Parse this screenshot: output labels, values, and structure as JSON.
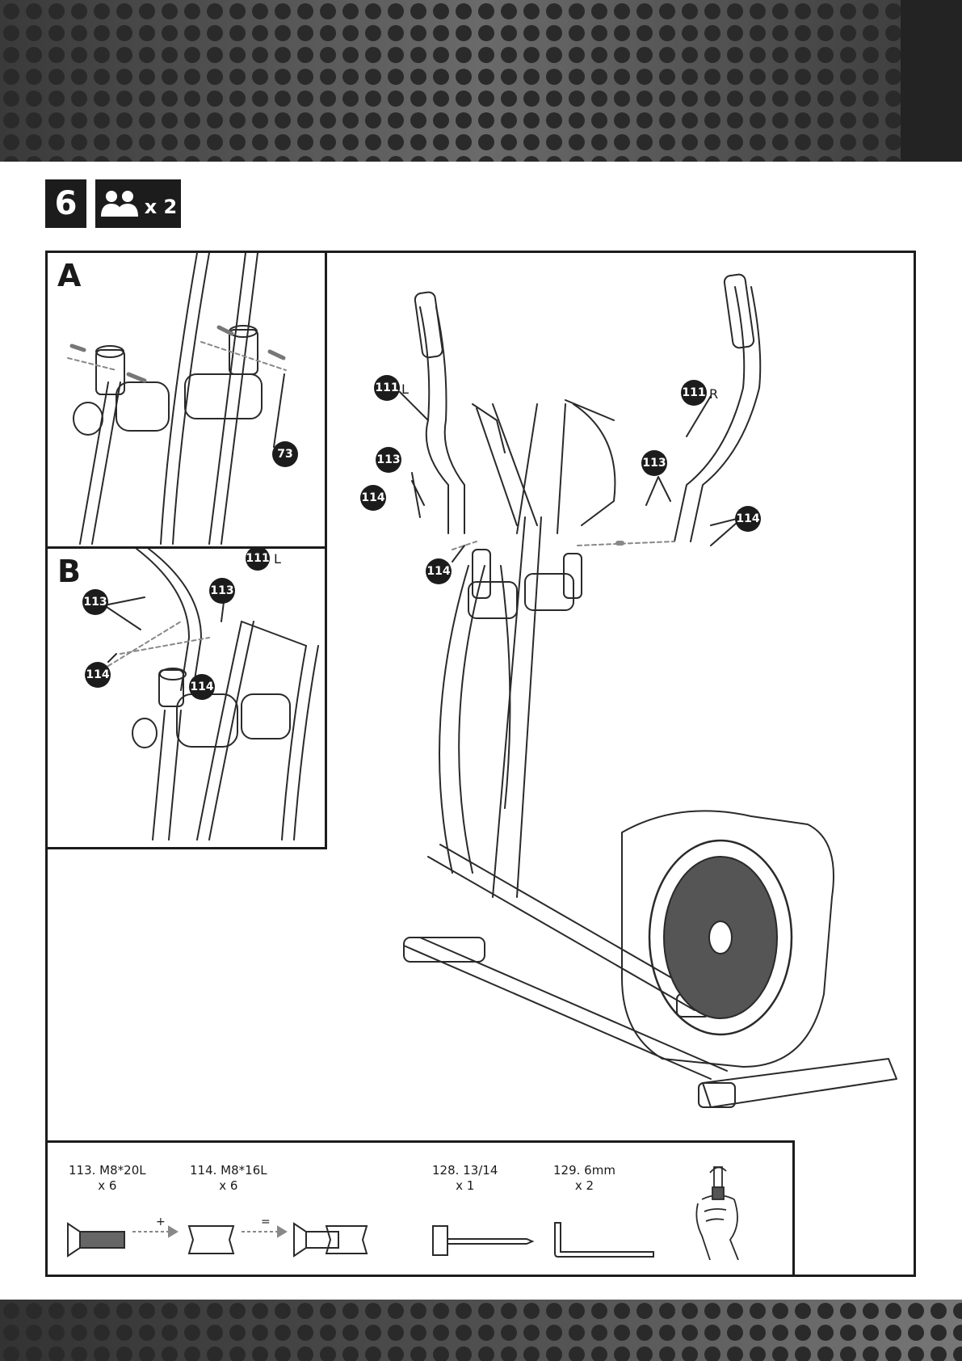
{
  "header": {
    "step_number": "6",
    "persons_count": "x 2",
    "icon": "two-people-icon"
  },
  "panel_a": {
    "label": "A",
    "callouts": [
      "73"
    ]
  },
  "panel_b": {
    "label": "B",
    "callouts": [
      "111",
      "113",
      "113",
      "114",
      "114"
    ],
    "side": "L"
  },
  "main": {
    "callouts": [
      {
        "number": "111",
        "side": "L"
      },
      {
        "number": "111",
        "side": "R"
      },
      {
        "number": "113"
      },
      {
        "number": "113"
      },
      {
        "number": "114"
      },
      {
        "number": "114"
      },
      {
        "number": "114"
      }
    ]
  },
  "parts": [
    {
      "line1": "113. M8*20L",
      "line2": "x 6",
      "icon": "bolt-icon"
    },
    {
      "line1": "114. M8*16L",
      "line2": "x 6",
      "icon": "sleeve-nut-icon"
    },
    {
      "line1": "128. 13/14",
      "line2": "x 1",
      "icon": "t-wrench-icon"
    },
    {
      "line1": "129. 6mm",
      "line2": "x 2",
      "icon": "allen-key-icon"
    }
  ],
  "assembly_symbols": {
    "plus": "+",
    "equals": "="
  },
  "colors": {
    "dark": "#1c1c1c",
    "band_dot": "#2e2e2e",
    "band_bg": "#555555"
  }
}
